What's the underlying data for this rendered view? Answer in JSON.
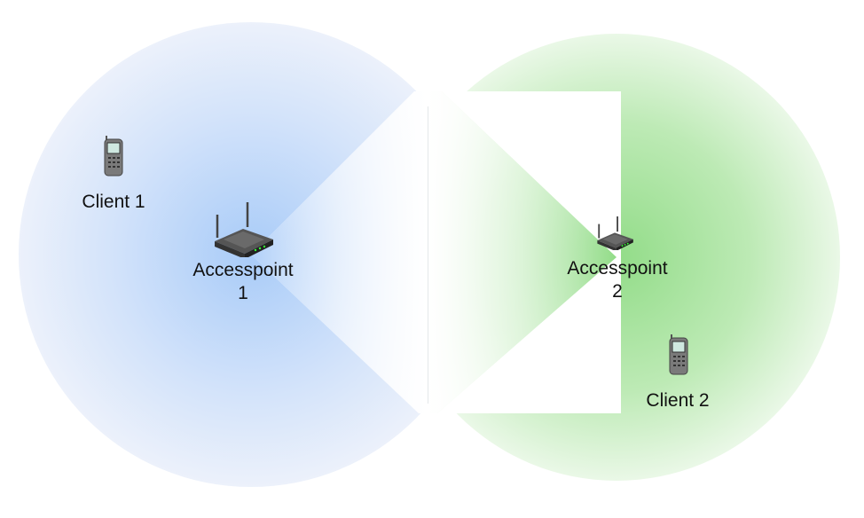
{
  "nodes": {
    "ap1": {
      "line1": "Accesspoint",
      "line2": "1"
    },
    "ap2": {
      "line1": "Accesspoint",
      "line2": "2"
    },
    "client1": {
      "label": "Client 1"
    },
    "client2": {
      "label": "Client 2"
    }
  },
  "colors": {
    "coverage_ap1": "#a9cbf7",
    "coverage_ap2": "#98df8e"
  }
}
